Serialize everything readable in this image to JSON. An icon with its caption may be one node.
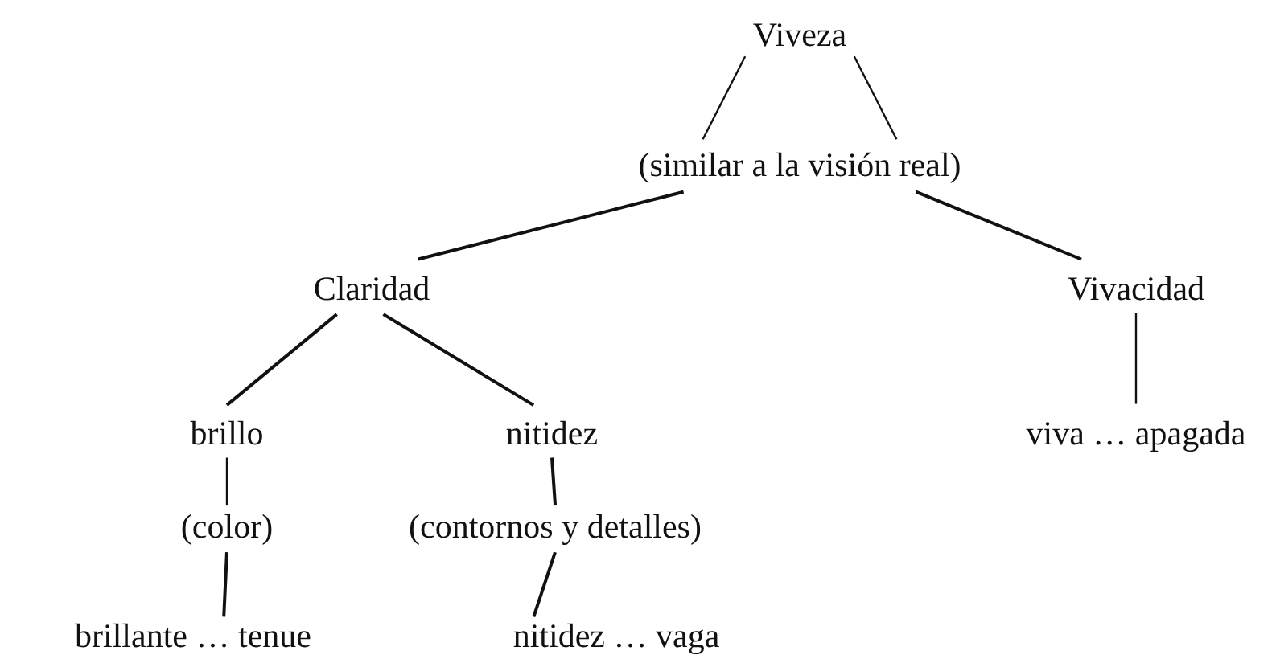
{
  "diagram": {
    "nodes": [
      {
        "text": [
          "Viveza"
        ]
      },
      {
        "text": [
          "(similar a la visión real)"
        ]
      },
      {
        "text": [
          "Claridad"
        ]
      },
      {
        "text": [
          "Vivacidad"
        ]
      },
      {
        "text": [
          "brillo"
        ]
      },
      {
        "text": [
          "nitidez"
        ]
      },
      {
        "text": [
          "viva … apagada"
        ]
      },
      {
        "text": [
          "(color)"
        ]
      },
      {
        "text": [
          "(contornos y detalles)"
        ]
      },
      {
        "text": [
          "brillante … tenue"
        ]
      },
      {
        "text": [
          "nitidez … vaga"
        ]
      }
    ],
    "edges": [
      {
        "from": 0,
        "to": 1,
        "arrow": "none"
      },
      {
        "from": 0,
        "to": 1,
        "arrow": "none"
      },
      {
        "from": 1,
        "to": 2,
        "arrow": "none"
      },
      {
        "from": 1,
        "to": 3,
        "arrow": "none"
      },
      {
        "from": 2,
        "to": 4,
        "arrow": "none"
      },
      {
        "from": 2,
        "to": 5,
        "arrow": "none"
      },
      {
        "from": 3,
        "to": 6,
        "arrow": "none"
      },
      {
        "from": 4,
        "to": 7,
        "arrow": "none"
      },
      {
        "from": 5,
        "to": 8,
        "arrow": "none"
      },
      {
        "from": 7,
        "to": 9,
        "arrow": "none"
      },
      {
        "from": 8,
        "to": 10,
        "arrow": "none"
      }
    ]
  }
}
